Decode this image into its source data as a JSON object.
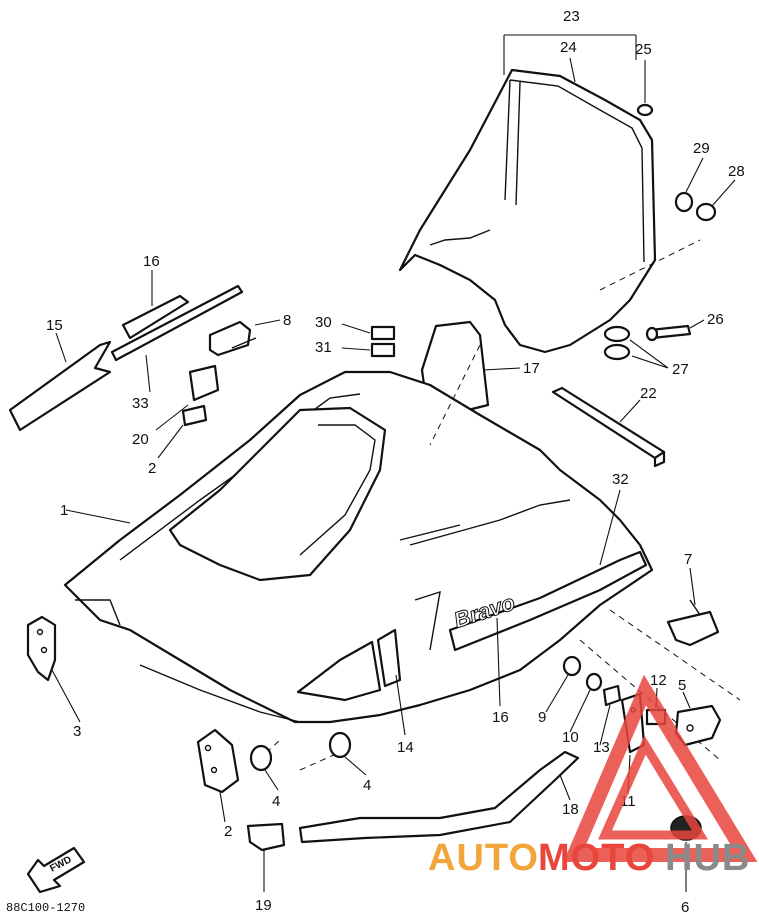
{
  "diagram": {
    "drawing_code": "88C100-1270",
    "fwd_label": "FWD",
    "emblem_text": "Bravo",
    "callouts": [
      "23",
      "24",
      "25",
      "29",
      "28",
      "16",
      "15",
      "8",
      "30",
      "31",
      "26",
      "27",
      "17",
      "33",
      "20",
      "2",
      "22",
      "1",
      "32",
      "7",
      "3",
      "12",
      "5",
      "9",
      "10",
      "13",
      "11",
      "14",
      "16",
      "4",
      "4",
      "2",
      "18",
      "19",
      "6"
    ]
  },
  "watermark": {
    "text_part1": "AUTO",
    "text_part2": "MOTO",
    "text_part3": "HUB",
    "color_red": "#e8453c",
    "color_orange": "#f2a53a",
    "color_gray": "#8a8a8a"
  }
}
